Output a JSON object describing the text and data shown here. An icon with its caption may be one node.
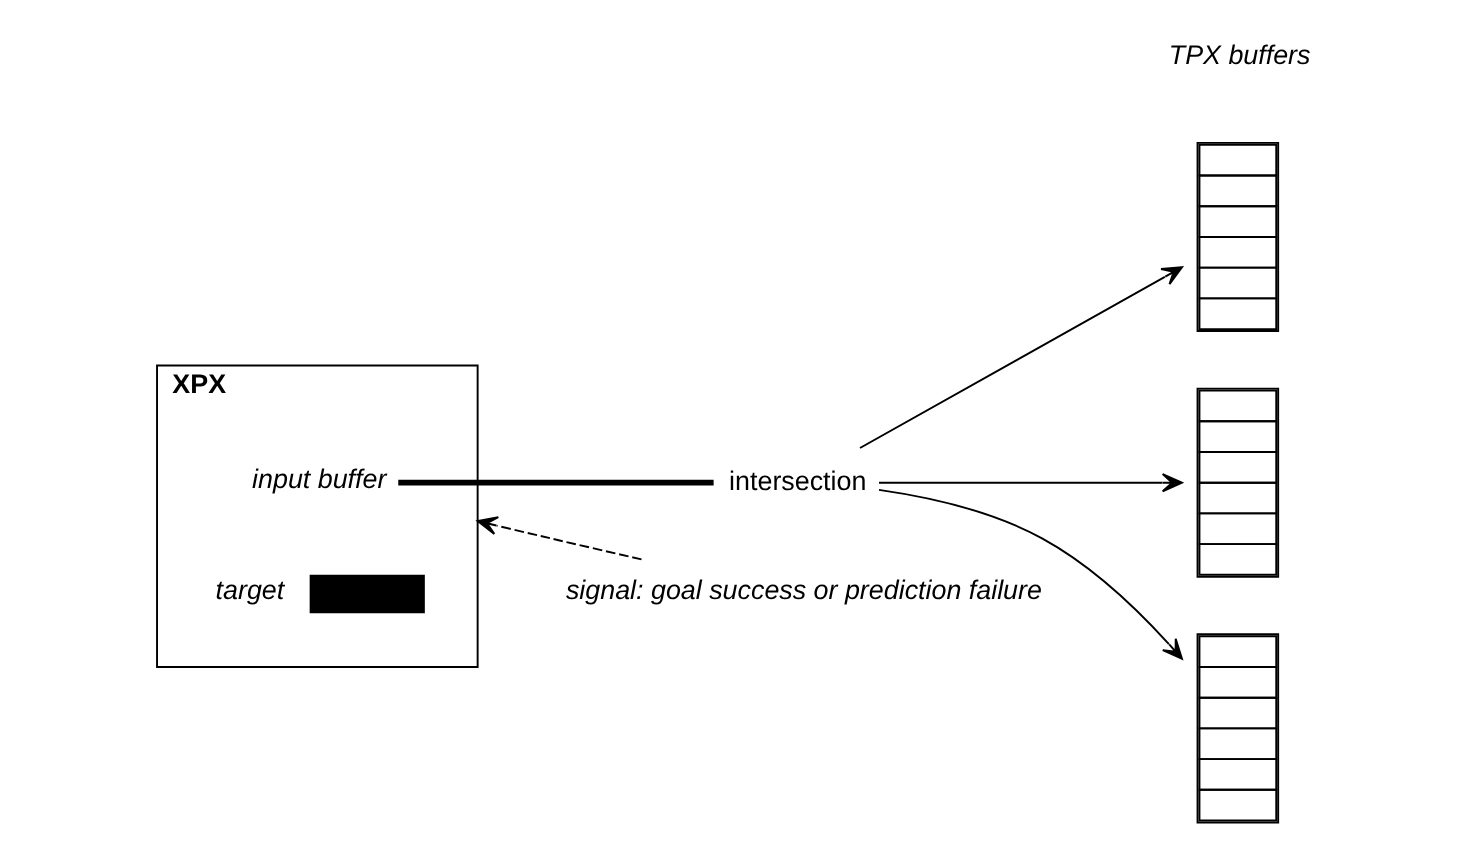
{
  "diagram": {
    "nodes": [
      {
        "text": [
          "XPX"
        ]
      },
      {
        "text": [
          "input buffer"
        ],
        "in": 0
      },
      {
        "text": [],
        "shape": "box",
        "beside": [
          "target"
        ],
        "in": 0
      },
      {
        "text": [],
        "shape": "box"
      },
      {
        "text": [],
        "shape": "box"
      },
      {
        "text": [],
        "shape": "box"
      },
      {
        "text": [
          "intersection"
        ]
      },
      {
        "text": [
          "signal: goal success or prediction failure"
        ]
      }
    ],
    "edges": [
      {
        "from": 1,
        "to": 6,
        "arrow": "none",
        "style": "thick"
      },
      {
        "from": 6,
        "to": 3,
        "arrow": "to"
      },
      {
        "from": 6,
        "to": 4,
        "arrow": "to"
      },
      {
        "from": 6,
        "to": 5,
        "arrow": "to"
      },
      {
        "from": 7,
        "to": 0,
        "arrow": "to",
        "style": "dashed"
      }
    ],
    "labels": [
      "TPX buffers"
    ]
  }
}
